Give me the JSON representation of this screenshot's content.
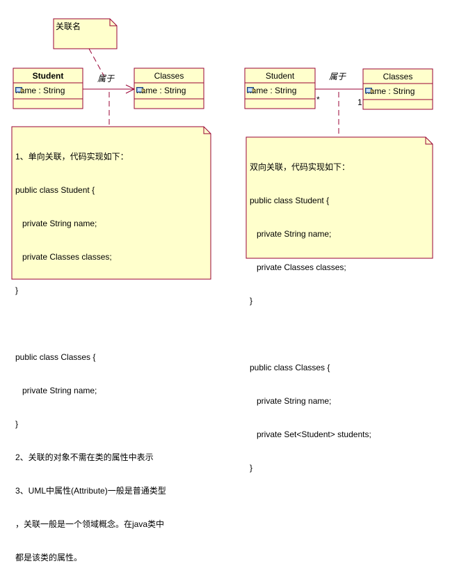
{
  "note_assoc_name": {
    "text": "关联名"
  },
  "left_diagram": {
    "student": {
      "name": "Student",
      "attribute": "name : String",
      "attribute_icon": "attribute-icon"
    },
    "classes": {
      "name": "Classes",
      "attribute": "name : String",
      "attribute_icon": "attribute-icon"
    },
    "association_label": "属于",
    "note_lines": [
      "1、单向关联，代码实现如下：",
      "public class Student {",
      "   private String name;",
      "   private Classes classes;",
      "}",
      "",
      "public class Classes {",
      "   private String name;",
      "}",
      "2、关联的对象不需在类的属性中表示",
      "3、UML中属性(Attribute)一般是普通类型",
      "，关联一般是一个领域概念。在java类中",
      "都是该类的属性。"
    ]
  },
  "right_diagram": {
    "student": {
      "name": "Student",
      "attribute": "name : String",
      "attribute_icon": "attribute-icon"
    },
    "classes": {
      "name": "Classes",
      "attribute": "name : String",
      "attribute_icon": "attribute-icon"
    },
    "association_label": "属于",
    "multiplicity_student": "*",
    "multiplicity_classes": "1",
    "note_lines": [
      "双向关联，代码实现如下：",
      "public class Student {",
      "   private String name;",
      "   private Classes classes;",
      "}",
      "",
      "public class Classes {",
      "   private String name;",
      "   private Set<Student> students;",
      "}"
    ]
  },
  "colors": {
    "box_fill": "#ffffcc",
    "line": "#990033",
    "note_border": "#990033"
  }
}
